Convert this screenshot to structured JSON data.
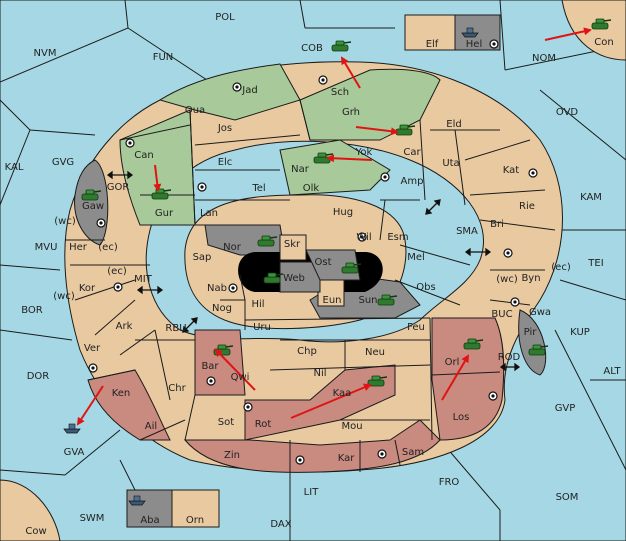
{
  "colors": {
    "sea": "#a5d8e4",
    "neutral_land": "#e8c9a0",
    "green_power": "#a8c999",
    "red_power": "#c98a80",
    "gray_power": "#8c8c8c",
    "order_arrow": "#e01414"
  },
  "labels": {
    "pol": "POL",
    "cob": "COB",
    "elf": "Elf",
    "hel": "Hel",
    "con": "Con",
    "nvm": "NVM",
    "fun": "FUN",
    "nom": "NOM",
    "ovd": "OVD",
    "jad": "Jad",
    "sch": "Sch",
    "qua": "Qua",
    "jos": "Jos",
    "grh": "Grh",
    "eld": "Eld",
    "can": "Can",
    "car": "Car",
    "yok": "Yok",
    "nar": "Nar",
    "elc": "Elc",
    "uta": "Uta",
    "kat": "Kat",
    "kal": "KAL",
    "gvg": "GVG",
    "amp": "Amp",
    "tel": "Tel",
    "olk": "Olk",
    "gor": "GOR",
    "kam": "KAM",
    "gur": "Gur",
    "gaw": "Gaw",
    "rie": "Rie",
    "lan": "Lan",
    "hug": "Hug",
    "bri": "Bri",
    "sma": "SMA",
    "wc1": "(wc)",
    "wil": "Wil",
    "esm": "Esm",
    "mvu": "MVU",
    "her": "Her",
    "ec1": "(ec)",
    "nor": "Nor",
    "skr": "Skr",
    "tei": "TEI",
    "ost": "Ost",
    "mel": "Mel",
    "sap": "Sap",
    "web": "Web",
    "ec2": "(ec)",
    "ec3": "(ec)",
    "byn": "Byn",
    "wc2": "(wc)",
    "kor": "Kor",
    "mit": "MIT",
    "nab": "Nab",
    "obs": "Obs",
    "wc3": "(wc)",
    "eun": "Eun",
    "sun": "Sun",
    "hil": "Hil",
    "gwa": "Gwa",
    "bor": "BOR",
    "nog": "Nog",
    "buc": "BUC",
    "ark": "Ark",
    "rbu": "RBU",
    "uru": "Uru",
    "feu": "Feu",
    "kup": "KUP",
    "pir": "Pir",
    "ver": "Ver",
    "chp": "Chp",
    "neu": "Neu",
    "orl": "Orl",
    "rod": "ROD",
    "bar": "Bar",
    "qwi": "Qwi",
    "nil": "Nil",
    "alt": "ALT",
    "dor": "DOR",
    "ken": "Ken",
    "chr": "Chr",
    "kaa": "Kaa",
    "gvp": "GVP",
    "ail": "Ail",
    "sot": "Sot",
    "rot": "Rot",
    "mou": "Mou",
    "los": "Los",
    "gva": "GVA",
    "zin": "Zin",
    "kar": "Kar",
    "sam": "Sam",
    "fro": "FRO",
    "lit": "LIT",
    "som": "SOM",
    "aba": "Aba",
    "orn": "Orn",
    "swm": "SWM",
    "cow": "Cow",
    "dax": "DAX"
  }
}
